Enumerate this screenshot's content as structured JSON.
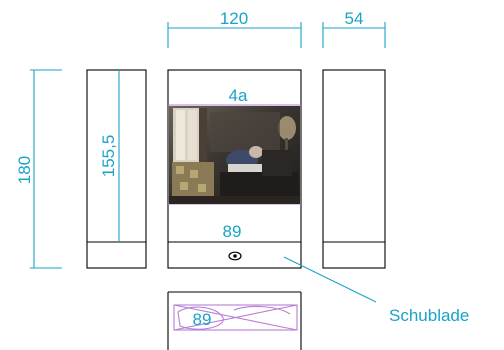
{
  "drawing": {
    "dimensions": {
      "width_center": "120",
      "width_side": "54",
      "height_total": "180",
      "height_inner": "155,5",
      "height_display": "89",
      "height_drawer": "89",
      "display_label": "4a"
    },
    "callout_label": "Schublade",
    "colors": {
      "dimension": "#1aa3c8",
      "outline": "#000000",
      "display_frame": "#b77ed6"
    },
    "icons": {
      "knob": "eye-knob-icon",
      "photo": "living-room-photo"
    }
  }
}
